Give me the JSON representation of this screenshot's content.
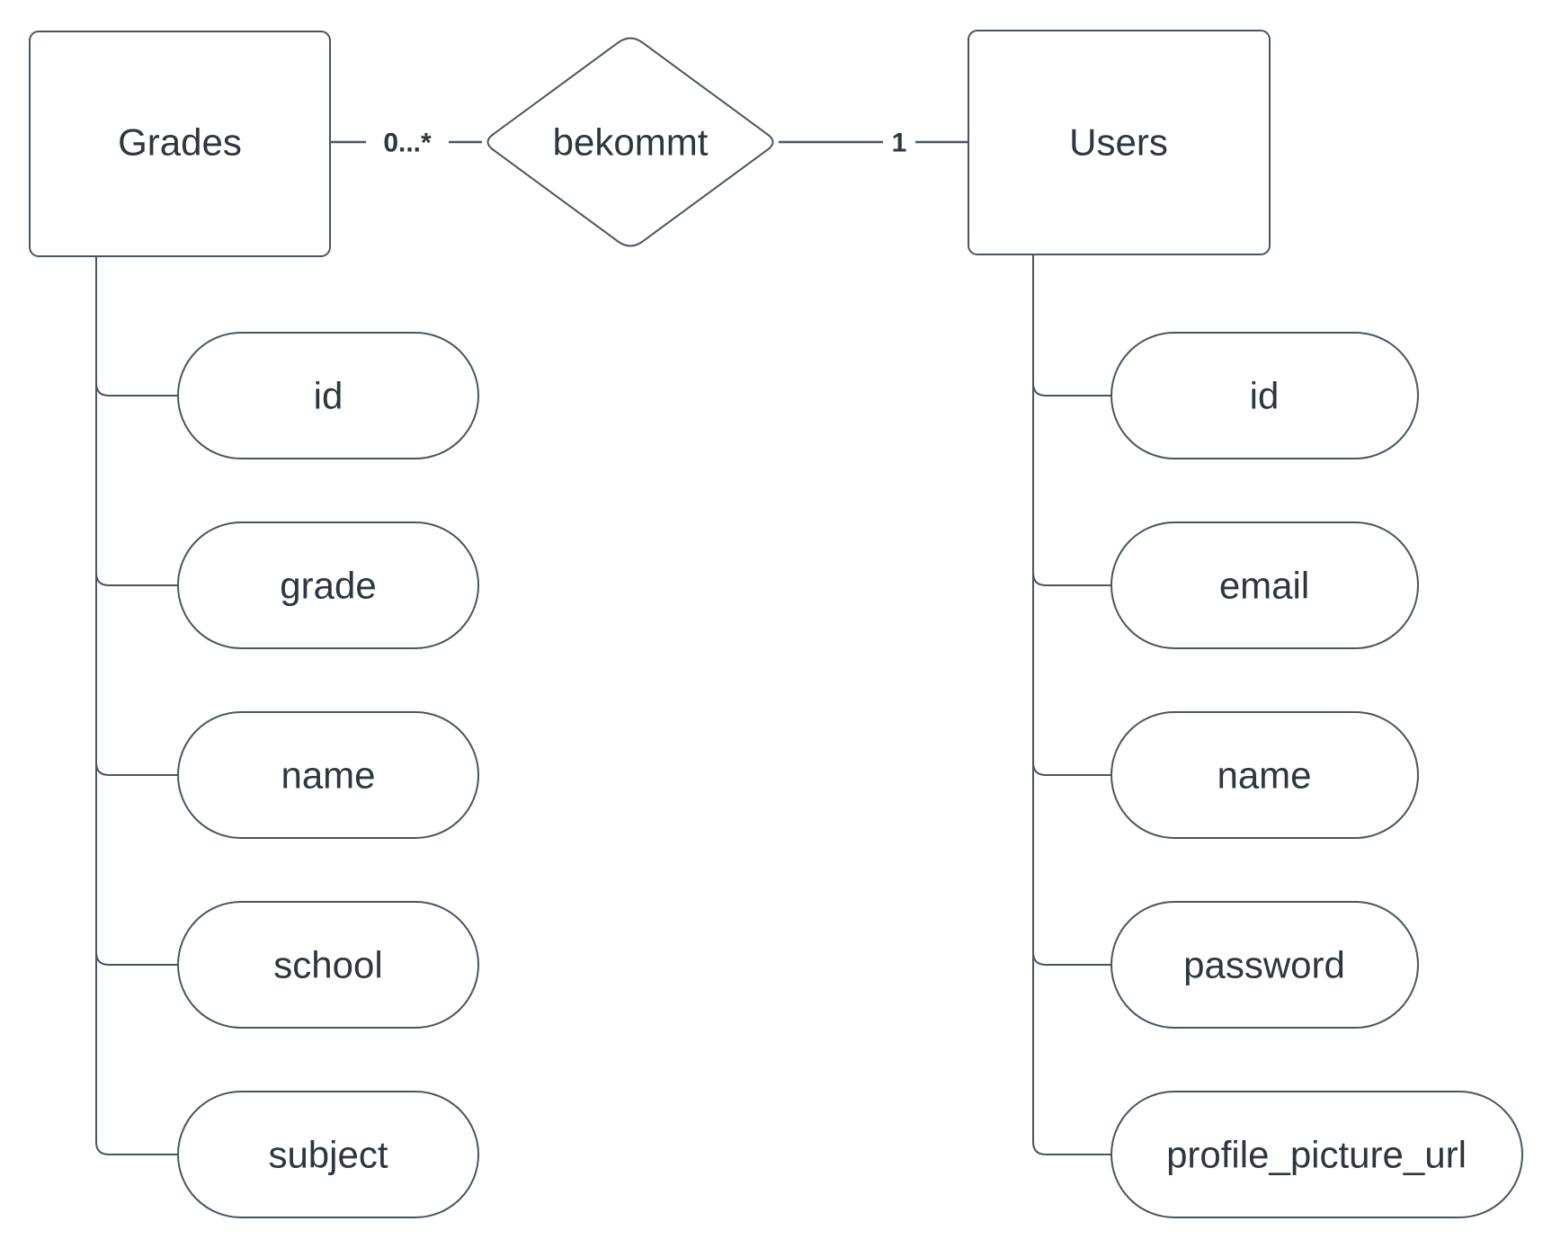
{
  "diagram": {
    "type": "entity-relationship",
    "relationship": {
      "name": "bekommt",
      "left_cardinality": "0...*",
      "right_cardinality": "1"
    },
    "entities": {
      "grades": {
        "name": "Grades",
        "attributes": [
          "id",
          "grade",
          "name",
          "school",
          "subject"
        ]
      },
      "users": {
        "name": "Users",
        "attributes": [
          "id",
          "email",
          "name",
          "password",
          "profile_picture_url"
        ]
      }
    },
    "colors": {
      "stroke": "#4a5564",
      "text": "#2e3640",
      "background": "#ffffff"
    }
  }
}
